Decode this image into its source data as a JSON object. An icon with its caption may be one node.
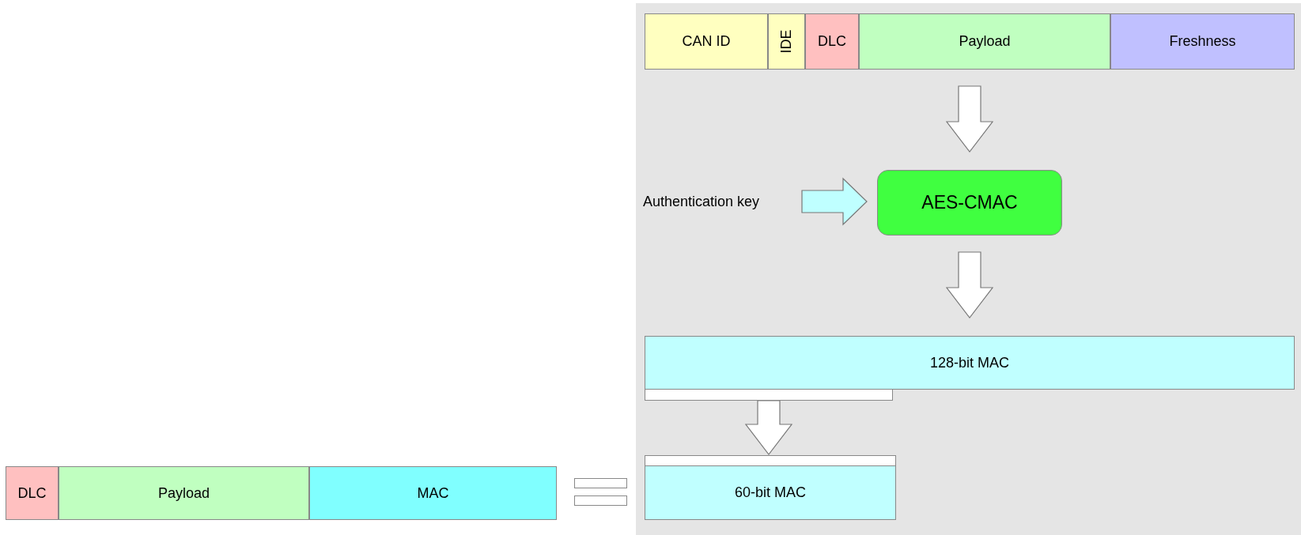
{
  "diagram": {
    "nodes": [
      {
        "text": [
          "CAN ID"
        ]
      },
      {
        "text": [
          "IDE"
        ]
      },
      {
        "text": [
          "DLC"
        ]
      },
      {
        "text": [
          "Payload"
        ]
      },
      {
        "text": [
          "Freshness"
        ]
      },
      {
        "text": [
          "Authentication key"
        ]
      },
      {
        "text": [
          "AES-CMAC"
        ]
      },
      {
        "text": [
          "128-bit MAC"
        ]
      },
      {
        "text": [
          "60-bit MAC"
        ]
      },
      {
        "text": [
          "DLC"
        ]
      },
      {
        "text": [
          "Payload"
        ]
      },
      {
        "text": [
          "MAC"
        ]
      }
    ],
    "edges": [
      {
        "from": 3,
        "to": 6,
        "arrow": "to",
        "style": "thick"
      },
      {
        "from": 5,
        "to": 6,
        "arrow": "to",
        "style": "thick",
        "color": "#bfffff"
      },
      {
        "from": 6,
        "to": 7,
        "arrow": "to",
        "style": "thick"
      },
      {
        "from": 7,
        "to": 8,
        "arrow": "to",
        "style": "thick"
      }
    ]
  }
}
